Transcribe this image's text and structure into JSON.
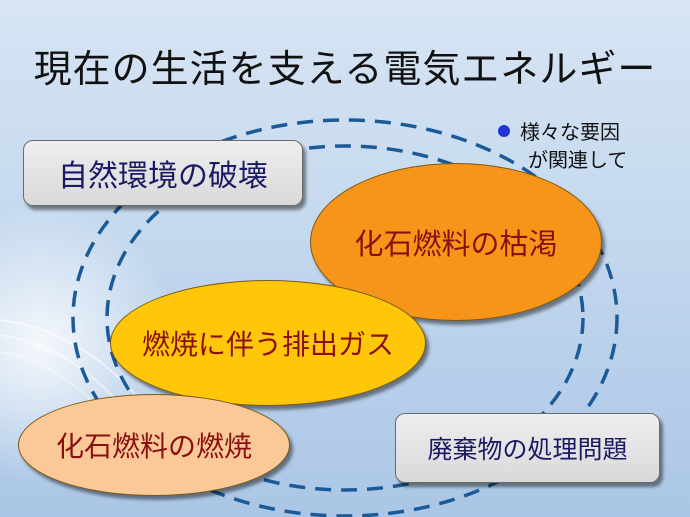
{
  "slide": {
    "title": "現在の生活を支える電気エネルギー",
    "note": {
      "line1": "様々な要因",
      "line2": "が関連して"
    },
    "boxes": {
      "nature_destruction": "自然環境の破壊",
      "waste_disposal": "廃棄物の処理問題"
    },
    "ellipses": {
      "fossil_fuel_depletion": "化石燃料の枯渇",
      "combustion_exhaust": "燃焼に伴う排出ガス",
      "fossil_fuel_combustion": "化石燃料の燃焼"
    },
    "colors": {
      "background_top": "#d7e5f4",
      "background_bottom": "#abc6e6",
      "dashed_ring": "#1b5a96",
      "fossil_depletion_fill": "#f7941a",
      "exhaust_fill": "#ffc60a",
      "combustion_fill": "#fbc998",
      "ellipse_text": "#8a1010",
      "box_text": "#1a1a64",
      "bullet": "#1f33d6"
    }
  }
}
